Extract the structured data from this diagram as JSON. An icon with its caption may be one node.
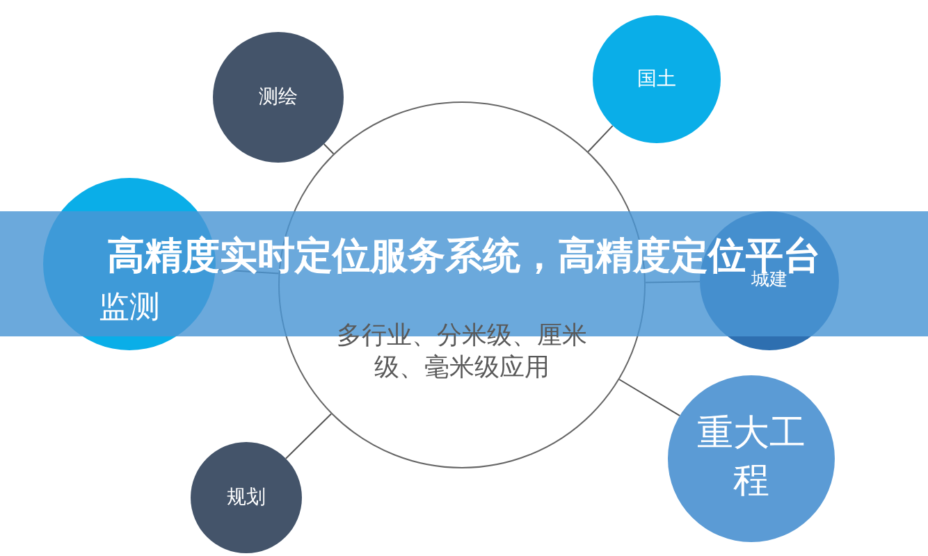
{
  "diagram": {
    "title": "高精度实时定位服务系统，高精度定位平台",
    "nodes": [
      {
        "text": [
          "测绘"
        ]
      },
      {
        "text": [
          "国土"
        ]
      },
      {
        "text": [
          "监测"
        ]
      },
      {
        "text": [
          "多行业、分米级、厘米级、毫米级应用"
        ]
      },
      {
        "text": [
          "城建"
        ]
      },
      {
        "text": [
          "规划"
        ]
      },
      {
        "text": [
          "重大工程"
        ]
      }
    ],
    "edges": [
      {
        "from": 3,
        "to": 0,
        "arrow": "none"
      },
      {
        "from": 3,
        "to": 1,
        "arrow": "none"
      },
      {
        "from": 3,
        "to": 2,
        "arrow": "none"
      },
      {
        "from": 3,
        "to": 4,
        "arrow": "none"
      },
      {
        "from": 3,
        "to": 5,
        "arrow": "none"
      },
      {
        "from": 3,
        "to": 6,
        "arrow": "none"
      }
    ]
  }
}
